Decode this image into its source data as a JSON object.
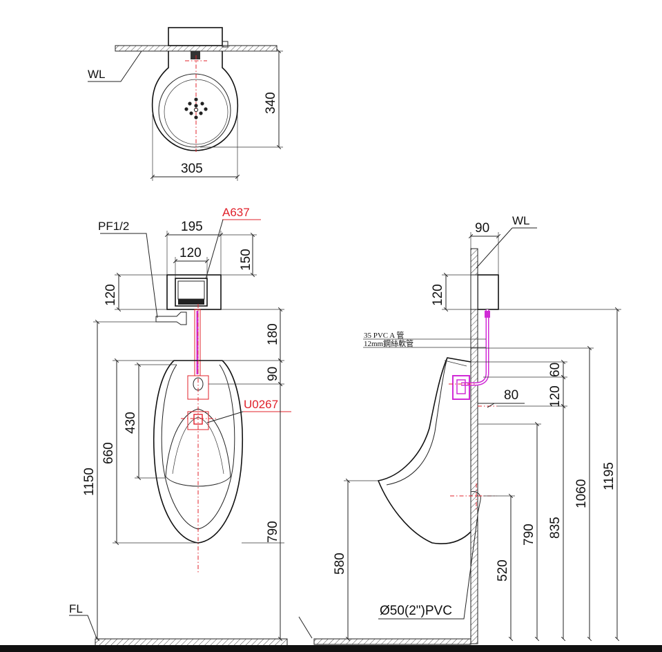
{
  "top_view": {
    "wl_label": "WL",
    "dim_depth": "340",
    "dim_width": "305"
  },
  "front_view": {
    "pf_label": "PF1/2",
    "a637_label": "A637",
    "u0267_label": "U0267",
    "fl_label": "FL",
    "dim_box_width": "195",
    "dim_box_inner": "120",
    "dim_box_height": "150",
    "dim_box_left": "120",
    "dim_pipe": "180",
    "dim_inlet": "90",
    "dim_bowl_inner": "430",
    "dim_bowl_outer": "660",
    "dim_total": "1150",
    "dim_rim": "790"
  },
  "side_view": {
    "wl_label": "WL",
    "dim_box_depth": "90",
    "dim_box_height": "120",
    "note_pvc": "35 PVC A 管",
    "note_hose": "12mm鋼絲軟管",
    "dim_60": "60",
    "dim_120": "120",
    "dim_80": "80",
    "dim_1195": "1195",
    "dim_1060": "1060",
    "dim_835": "835",
    "dim_790": "790",
    "dim_520": "520",
    "dim_580": "580",
    "drain_label": "Ø50(2\")PVC"
  },
  "colors": {
    "line": "#222222",
    "red": "#e0202a",
    "magenta": "#d02bd6"
  }
}
